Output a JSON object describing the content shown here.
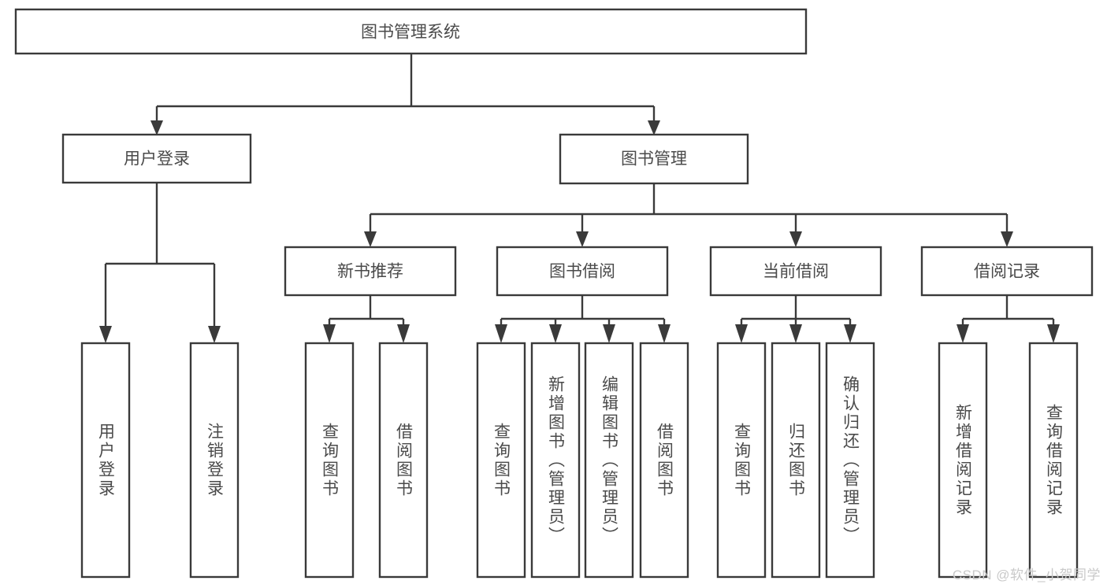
{
  "diagram": {
    "type": "tree-hierarchy",
    "title": "图书管理系统",
    "watermark": "CSDN @软件_小贺同学",
    "colors": {
      "stroke": "#3a3a3a",
      "box_fill": "#ffffff",
      "text": "#4a4a4a",
      "background": "#ffffff",
      "watermark": "#c9c9c9"
    },
    "nodes": {
      "root": {
        "label": "图书管理系统",
        "orientation": "horizontal"
      },
      "level1": [
        {
          "label": "用户登录",
          "orientation": "horizontal"
        },
        {
          "label": "图书管理",
          "orientation": "horizontal"
        }
      ],
      "level2": [
        {
          "label": "新书推荐",
          "orientation": "horizontal"
        },
        {
          "label": "图书借阅",
          "orientation": "horizontal"
        },
        {
          "label": "当前借阅",
          "orientation": "horizontal"
        },
        {
          "label": "借阅记录",
          "orientation": "horizontal"
        }
      ],
      "leaves": {
        "user_login": [
          {
            "label": "用户登录",
            "orientation": "vertical"
          },
          {
            "label": "注销登录",
            "orientation": "vertical"
          }
        ],
        "new_book_recommend": [
          {
            "label": "查询图书",
            "orientation": "vertical"
          },
          {
            "label": "借阅图书",
            "orientation": "vertical"
          }
        ],
        "book_borrow": [
          {
            "label": "查询图书",
            "orientation": "vertical"
          },
          {
            "label": "新增图书（管理员）",
            "orientation": "vertical"
          },
          {
            "label": "编辑图书（管理员）",
            "orientation": "vertical"
          },
          {
            "label": "借阅图书",
            "orientation": "vertical"
          }
        ],
        "current_borrow": [
          {
            "label": "查询图书",
            "orientation": "vertical"
          },
          {
            "label": "归还图书",
            "orientation": "vertical"
          },
          {
            "label": "确认归还（管理员）",
            "orientation": "vertical"
          }
        ],
        "borrow_record": [
          {
            "label": "新增借阅记录",
            "orientation": "vertical"
          },
          {
            "label": "查询借阅记录",
            "orientation": "vertical"
          }
        ]
      }
    }
  }
}
